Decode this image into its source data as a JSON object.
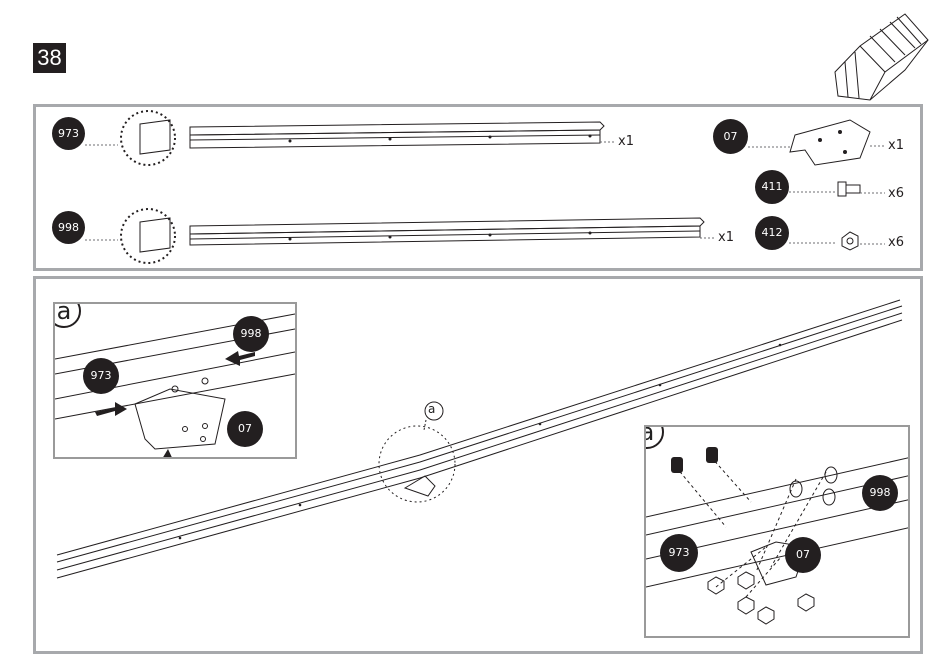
{
  "step": {
    "number": "38"
  },
  "parts": [
    {
      "id": "973",
      "qty": "x1"
    },
    {
      "id": "998",
      "qty": "x1"
    },
    {
      "id": "07",
      "qty": "x1"
    },
    {
      "id": "411",
      "qty": "x6"
    },
    {
      "id": "412",
      "qty": "x6"
    }
  ],
  "detail": {
    "letter": "a",
    "left_callout": {
      "letter": "a",
      "labels": [
        "998",
        "973",
        "07"
      ]
    },
    "right_callout": {
      "letter": "a",
      "labels": [
        "998",
        "973",
        "07"
      ]
    }
  },
  "colors": {
    "badge": "#231f20",
    "frame": "#a7a9ac",
    "line": "#231f20"
  }
}
